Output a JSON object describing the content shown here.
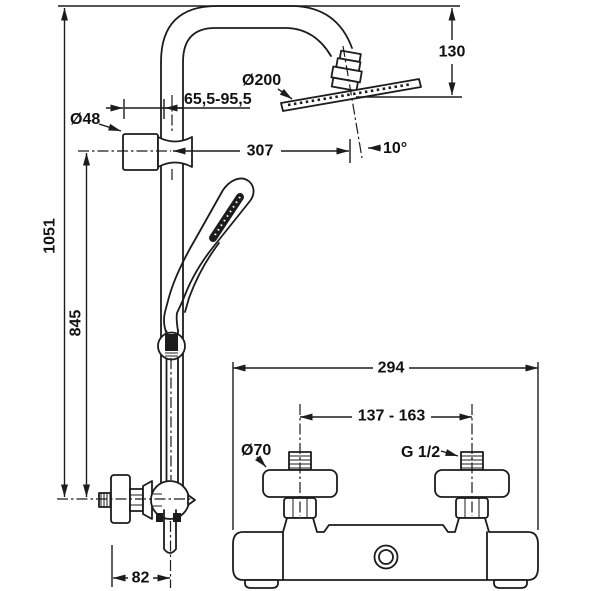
{
  "drawing": {
    "type": "technical-dimension-drawing",
    "subject": "shower-system-with-thermostatic-mixer",
    "colors": {
      "line": "#1c1c1c",
      "text": "#111111",
      "background": "#ffffff"
    }
  },
  "dims": {
    "total_height": "1051",
    "rail_height": "845",
    "wall_offset": "82",
    "bracket_reach": "65,5-95,5",
    "bracket_diameter": "Ø48",
    "arm_reach": "307",
    "head_diameter": "Ø200",
    "head_drop": "130",
    "head_angle": "10°",
    "valve_width": "294",
    "connection_distance": "137 - 163",
    "rosette_diameter": "Ø70",
    "thread_size": "G 1/2"
  }
}
